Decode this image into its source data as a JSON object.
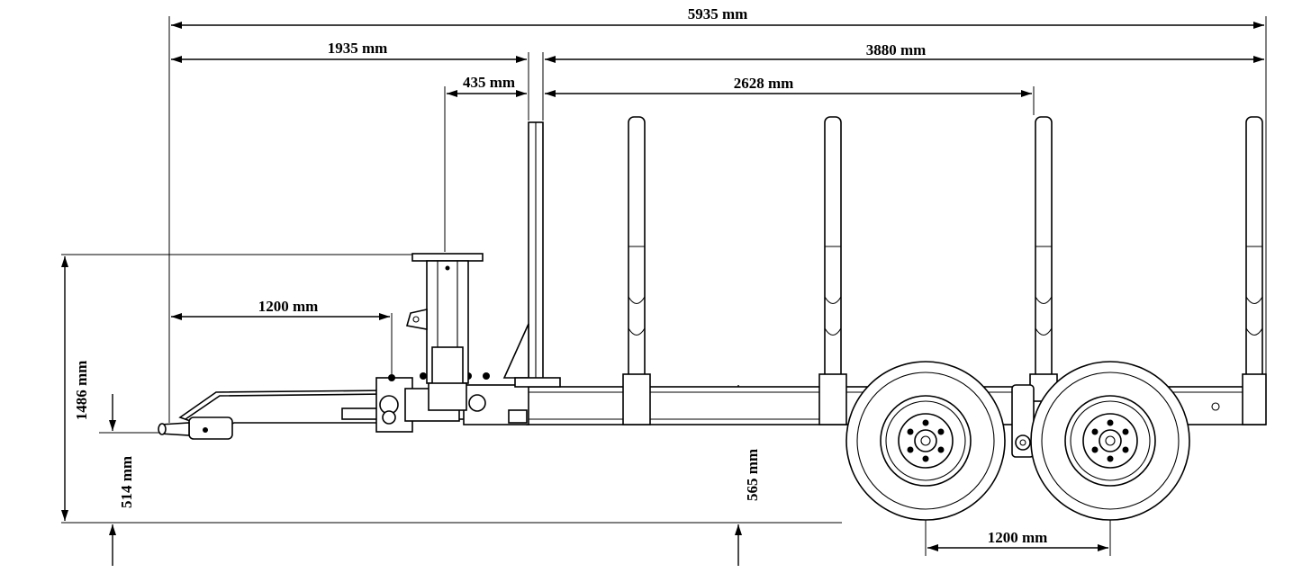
{
  "dimensions": {
    "overall_length": "5935 mm",
    "front_section": "1935 mm",
    "rear_section": "3880 mm",
    "crane_post_offset": "435 mm",
    "stake_span": "2628 mm",
    "drawbar_length": "1200 mm",
    "overall_height": "1486 mm",
    "hitch_height": "514 mm",
    "frame_height": "565 mm",
    "axle_spacing": "1200 mm"
  }
}
